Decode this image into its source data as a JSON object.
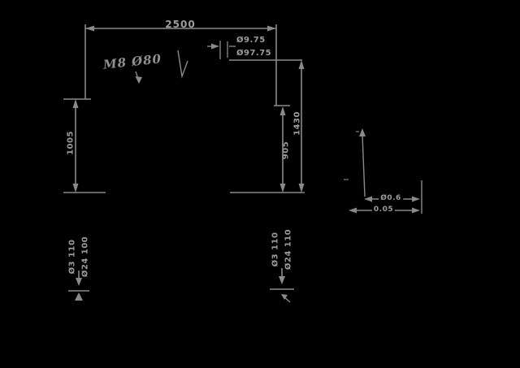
{
  "page": {
    "background": "#000000"
  },
  "drawing": {
    "colors": {
      "line": "#8a8a8a",
      "text": "#9c9c9c"
    },
    "main_view": {
      "width_dim": "2500",
      "left_height_dim": "1005",
      "outer_height_dim": "1430",
      "inner_height_dim": "905",
      "hole_note": {
        "line1": "Ø9.75",
        "line2": "Ø97.75"
      },
      "handwritten_note": "M8 Ø80",
      "bottom_left_labels": {
        "first": "Ø3 110",
        "second": "Ø24 100"
      },
      "bottom_right_labels": {
        "first": "Ø3 110",
        "second": "Ø24 110"
      }
    },
    "side_view": {
      "upper_dim": "Ø0.6",
      "lower_dim": "0.05"
    }
  }
}
